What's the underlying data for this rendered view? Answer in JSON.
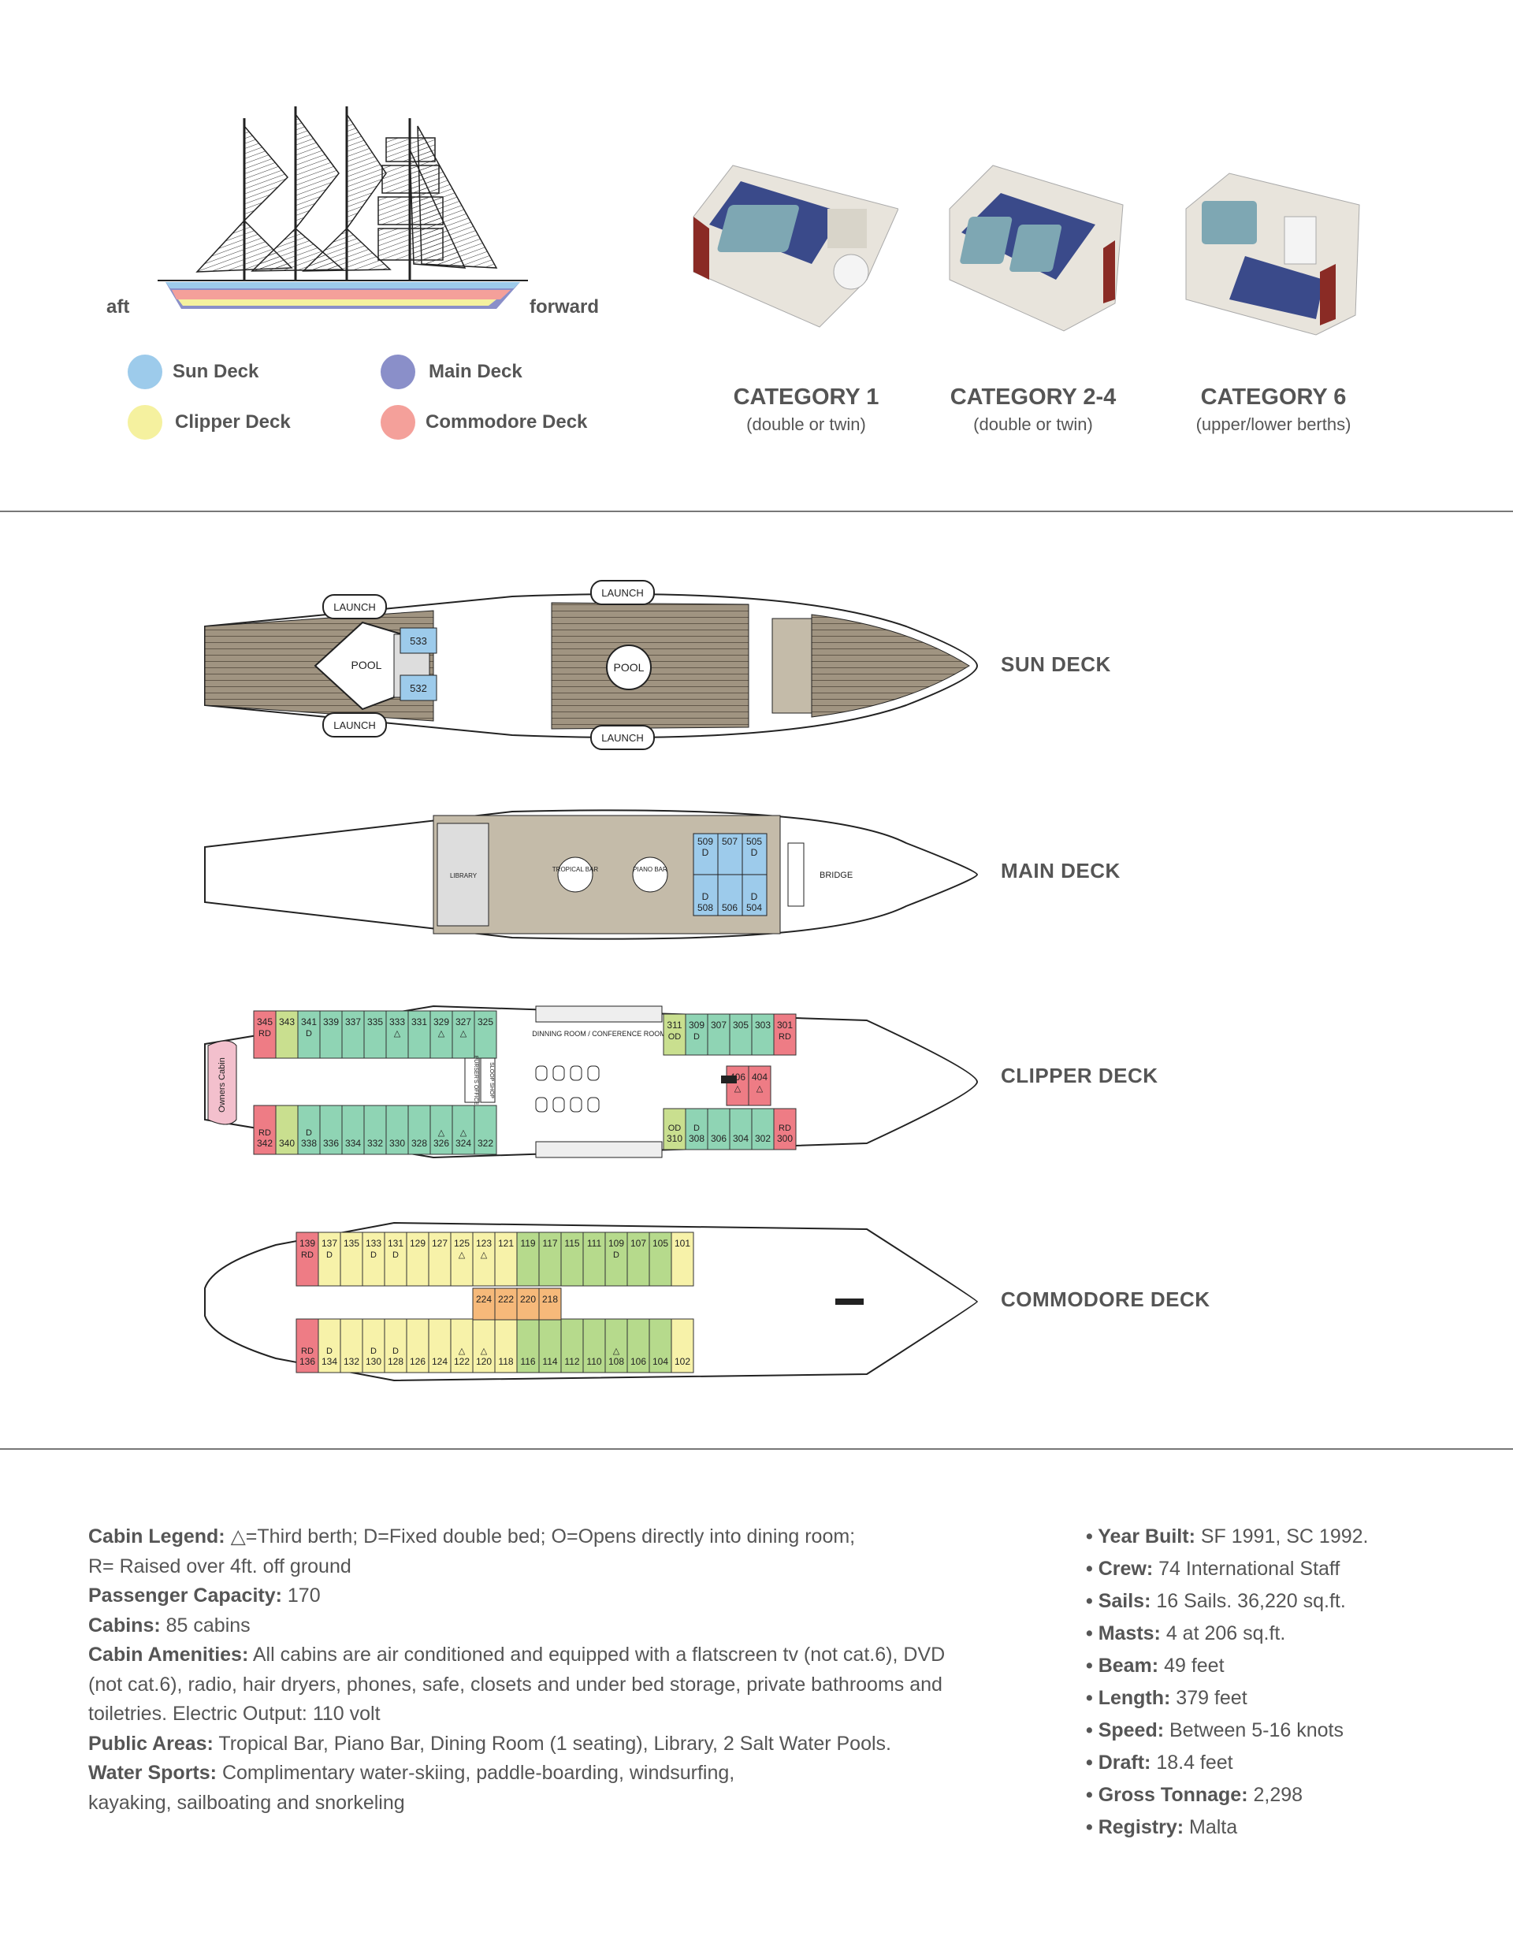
{
  "ship_diagram": {
    "aft_label": "aft",
    "forward_label": "forward"
  },
  "deck_legend": [
    {
      "name": "Sun Deck",
      "color": "#9dcbeb"
    },
    {
      "name": "Main Deck",
      "color": "#8a8fc9"
    },
    {
      "name": "Clipper Deck",
      "color": "#f5f19f"
    },
    {
      "name": "Commodore Deck",
      "color": "#f4a09a"
    }
  ],
  "categories": [
    {
      "title": "CATEGORY 1",
      "subtitle": "(double or twin)"
    },
    {
      "title": "CATEGORY 2-4",
      "subtitle": "(double or twin)"
    },
    {
      "title": "CATEGORY 6",
      "subtitle": "(upper/lower berths)"
    }
  ],
  "decks": {
    "sun": {
      "name": "SUN DECK",
      "labels": {
        "launch": "LAUNCH",
        "pool": "POOL"
      },
      "cabins": [
        "533",
        "532"
      ]
    },
    "main": {
      "name": "MAIN DECK",
      "labels": {
        "bridge": "BRIDGE",
        "tropical_bar": "TROPICAL BAR",
        "piano_bar": "PIANO BAR",
        "library": "LIBRARY"
      },
      "cabins_top": [
        {
          "n": "509",
          "t": "D"
        },
        {
          "n": "507",
          "t": ""
        },
        {
          "n": "505",
          "t": "D"
        }
      ],
      "cabins_bottom": [
        {
          "n": "508",
          "t": "D"
        },
        {
          "n": "506",
          "t": ""
        },
        {
          "n": "504",
          "t": "D"
        }
      ]
    },
    "clipper": {
      "name": "CLIPPER DECK",
      "labels": {
        "owners_cabin": "Owners Cabin",
        "dining": "DINNING ROOM / CONFERENCE ROOM",
        "sloop_shop": "SLOOP SHOP",
        "pursers_office": "PURSER'S OFFICE"
      },
      "top": [
        {
          "n": "345",
          "t": "RD",
          "c": "#ee7c85"
        },
        {
          "n": "343",
          "t": "",
          "c": "#c9df8f"
        },
        {
          "n": "341",
          "t": "D",
          "c": "#8fd4b4"
        },
        {
          "n": "339",
          "t": "",
          "c": "#8fd4b4"
        },
        {
          "n": "337",
          "t": "",
          "c": "#8fd4b4"
        },
        {
          "n": "335",
          "t": "",
          "c": "#8fd4b4"
        },
        {
          "n": "333",
          "t": "△",
          "c": "#8fd4b4"
        },
        {
          "n": "331",
          "t": "",
          "c": "#8fd4b4"
        },
        {
          "n": "329",
          "t": "△",
          "c": "#8fd4b4"
        },
        {
          "n": "327",
          "t": "△",
          "c": "#8fd4b4"
        },
        {
          "n": "325",
          "t": "",
          "c": "#8fd4b4"
        }
      ],
      "top_fwd": [
        {
          "n": "311",
          "t": "OD",
          "c": "#c9df8f"
        },
        {
          "n": "309",
          "t": "D",
          "c": "#8fd4b4"
        },
        {
          "n": "307",
          "t": "",
          "c": "#8fd4b4"
        },
        {
          "n": "305",
          "t": "",
          "c": "#8fd4b4"
        },
        {
          "n": "303",
          "t": "",
          "c": "#8fd4b4"
        },
        {
          "n": "301",
          "t": "RD",
          "c": "#ee7c85"
        }
      ],
      "bottom": [
        {
          "n": "342",
          "t": "RD",
          "c": "#ee7c85"
        },
        {
          "n": "340",
          "t": "",
          "c": "#c9df8f"
        },
        {
          "n": "338",
          "t": "D",
          "c": "#8fd4b4"
        },
        {
          "n": "336",
          "t": "",
          "c": "#8fd4b4"
        },
        {
          "n": "334",
          "t": "",
          "c": "#8fd4b4"
        },
        {
          "n": "332",
          "t": "",
          "c": "#8fd4b4"
        },
        {
          "n": "330",
          "t": "",
          "c": "#8fd4b4"
        },
        {
          "n": "328",
          "t": "",
          "c": "#8fd4b4"
        },
        {
          "n": "326",
          "t": "△",
          "c": "#8fd4b4"
        },
        {
          "n": "324",
          "t": "△",
          "c": "#8fd4b4"
        },
        {
          "n": "322",
          "t": "",
          "c": "#8fd4b4"
        }
      ],
      "bottom_fwd": [
        {
          "n": "310",
          "t": "OD",
          "c": "#c9df8f"
        },
        {
          "n": "308",
          "t": "D",
          "c": "#8fd4b4"
        },
        {
          "n": "306",
          "t": "",
          "c": "#8fd4b4"
        },
        {
          "n": "304",
          "t": "",
          "c": "#8fd4b4"
        },
        {
          "n": "302",
          "t": "",
          "c": "#8fd4b4"
        },
        {
          "n": "300",
          "t": "RD",
          "c": "#ee7c85"
        }
      ],
      "inner": [
        {
          "n": "406",
          "t": "△"
        },
        {
          "n": "404",
          "t": "△"
        }
      ]
    },
    "commodore": {
      "name": "COMMODORE DECK",
      "top": [
        {
          "n": "139",
          "t": "RD",
          "c": "#ee7c85"
        },
        {
          "n": "137",
          "t": "D",
          "c": "#f7f2a9"
        },
        {
          "n": "135",
          "t": "",
          "c": "#f7f2a9"
        },
        {
          "n": "133",
          "t": "D",
          "c": "#f7f2a9"
        },
        {
          "n": "131",
          "t": "D",
          "c": "#f7f2a9"
        },
        {
          "n": "129",
          "t": "",
          "c": "#f7f2a9"
        },
        {
          "n": "127",
          "t": "",
          "c": "#f7f2a9"
        },
        {
          "n": "125",
          "t": "△",
          "c": "#f7f2a9"
        },
        {
          "n": "123",
          "t": "△",
          "c": "#f7f2a9"
        },
        {
          "n": "121",
          "t": "",
          "c": "#f7f2a9"
        },
        {
          "n": "119",
          "t": "",
          "c": "#b6da8c"
        },
        {
          "n": "117",
          "t": "",
          "c": "#b6da8c"
        },
        {
          "n": "115",
          "t": "",
          "c": "#b6da8c"
        },
        {
          "n": "111",
          "t": "",
          "c": "#b6da8c"
        },
        {
          "n": "109",
          "t": "D",
          "c": "#b6da8c"
        },
        {
          "n": "107",
          "t": "",
          "c": "#b6da8c"
        },
        {
          "n": "105",
          "t": "",
          "c": "#b6da8c"
        },
        {
          "n": "101",
          "t": "",
          "c": "#f7f2a9"
        }
      ],
      "bottom": [
        {
          "n": "136",
          "t": "RD",
          "c": "#ee7c85"
        },
        {
          "n": "134",
          "t": "D",
          "c": "#f7f2a9"
        },
        {
          "n": "132",
          "t": "",
          "c": "#f7f2a9"
        },
        {
          "n": "130",
          "t": "D",
          "c": "#f7f2a9"
        },
        {
          "n": "128",
          "t": "D",
          "c": "#f7f2a9"
        },
        {
          "n": "126",
          "t": "",
          "c": "#f7f2a9"
        },
        {
          "n": "124",
          "t": "",
          "c": "#f7f2a9"
        },
        {
          "n": "122",
          "t": "△",
          "c": "#f7f2a9"
        },
        {
          "n": "120",
          "t": "△",
          "c": "#f7f2a9"
        },
        {
          "n": "118",
          "t": "",
          "c": "#f7f2a9"
        },
        {
          "n": "116",
          "t": "",
          "c": "#b6da8c"
        },
        {
          "n": "114",
          "t": "",
          "c": "#b6da8c"
        },
        {
          "n": "112",
          "t": "",
          "c": "#b6da8c"
        },
        {
          "n": "110",
          "t": "",
          "c": "#b6da8c"
        },
        {
          "n": "108",
          "t": "△",
          "c": "#b6da8c"
        },
        {
          "n": "106",
          "t": "",
          "c": "#b6da8c"
        },
        {
          "n": "104",
          "t": "",
          "c": "#b6da8c"
        },
        {
          "n": "102",
          "t": "",
          "c": "#f7f2a9"
        }
      ],
      "inner": [
        "224",
        "222",
        "220",
        "218"
      ]
    }
  },
  "info": {
    "cabin_legend_label": "Cabin Legend:",
    "cabin_legend_text": "△=Third berth; D=Fixed double bed; O=Opens directly into dining room;",
    "cabin_legend_text2": "R= Raised over 4ft. off ground",
    "capacity_label": "Passenger Capacity:",
    "capacity_value": "170",
    "cabins_label": "Cabins:",
    "cabins_value": "85 cabins",
    "amenities_label": "Cabin Amenities:",
    "amenities_value1": "All cabins are air conditioned and equipped with a flatscreen tv (not cat.6), DVD",
    "amenities_value2": "(not cat.6), radio, hair dryers, phones, safe, closets and under bed storage, private bathrooms and",
    "amenities_value3": "toiletries. Electric Output: 110 volt",
    "public_label": "Public Areas:",
    "public_value": "Tropical Bar, Piano Bar, Dining Room (1 seating), Library, 2 Salt Water Pools.",
    "water_label": "Water Sports:",
    "water_value1": "Complimentary water-skiing, paddle-boarding, windsurfing,",
    "water_value2": "kayaking, sailboating and snorkeling"
  },
  "specs": [
    {
      "label": "Year Built:",
      "value": "SF 1991, SC 1992."
    },
    {
      "label": "Crew:",
      "value": "74 International Staff"
    },
    {
      "label": "Sails:",
      "value": "16 Sails. 36,220 sq.ft."
    },
    {
      "label": "Masts:",
      "value": "4 at 206 sq.ft."
    },
    {
      "label": "Beam:",
      "value": "49 feet"
    },
    {
      "label": "Length:",
      "value": "379 feet"
    },
    {
      "label": "Speed:",
      "value": "Between 5-16 knots"
    },
    {
      "label": "Draft:",
      "value": "18.4 feet"
    },
    {
      "label": "Gross Tonnage:",
      "value": "2,298"
    },
    {
      "label": "Registry:",
      "value": "Malta"
    }
  ]
}
